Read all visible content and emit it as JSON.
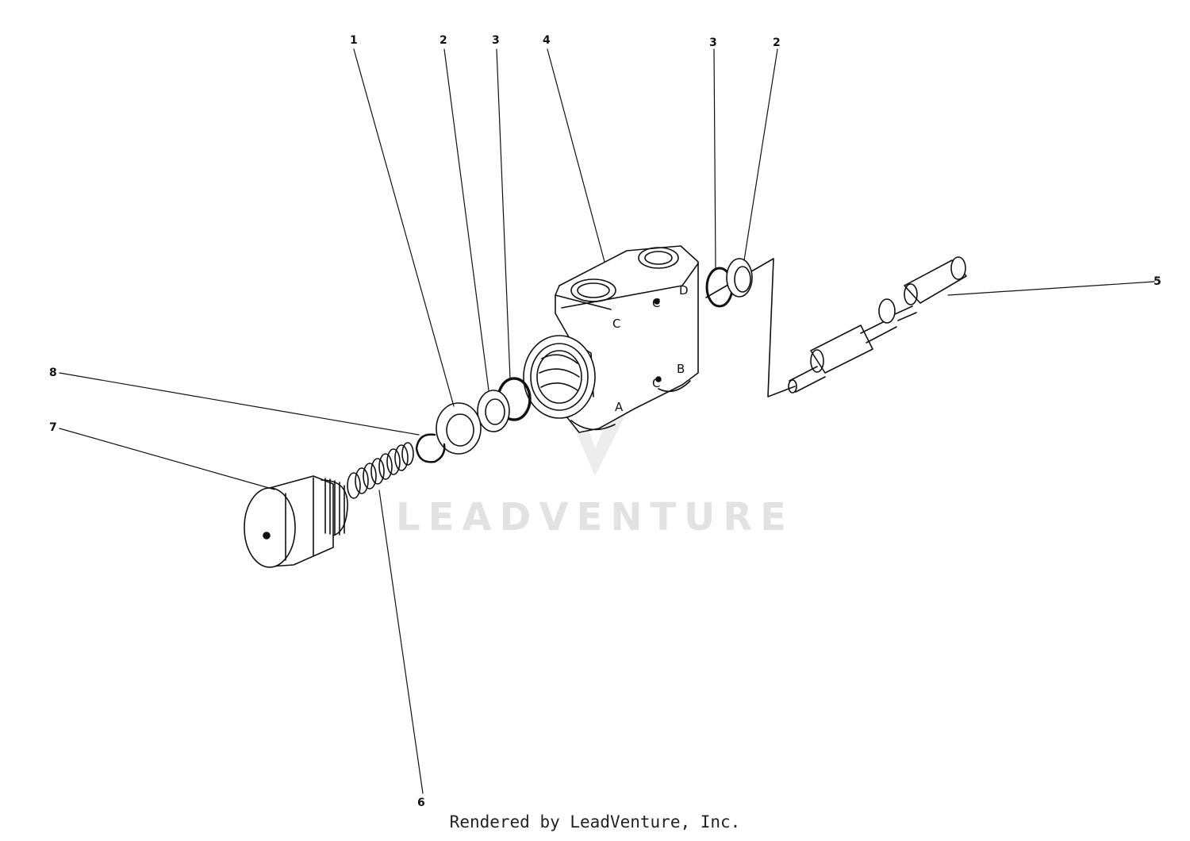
{
  "diagram": {
    "callouts": {
      "c1_left": "1",
      "c2_left": "2",
      "c3_left": "3",
      "c4": "4",
      "c3_right": "3",
      "c2_right": "2",
      "c5": "5",
      "c6": "6",
      "c7": "7",
      "c8": "8"
    },
    "ports": {
      "a": "A",
      "b": "B",
      "c_upper_left": "C",
      "c_upper_right": "C",
      "c_lower": "C",
      "d": "D"
    }
  },
  "watermark": {
    "text": "LEADVENTURE",
    "icon": "leadventure-logo-icon"
  },
  "footer": {
    "text": "Rendered by LeadVenture, Inc."
  },
  "colors": {
    "line": "#111111",
    "watermark": "#e2e2e2",
    "background": "#ffffff"
  }
}
